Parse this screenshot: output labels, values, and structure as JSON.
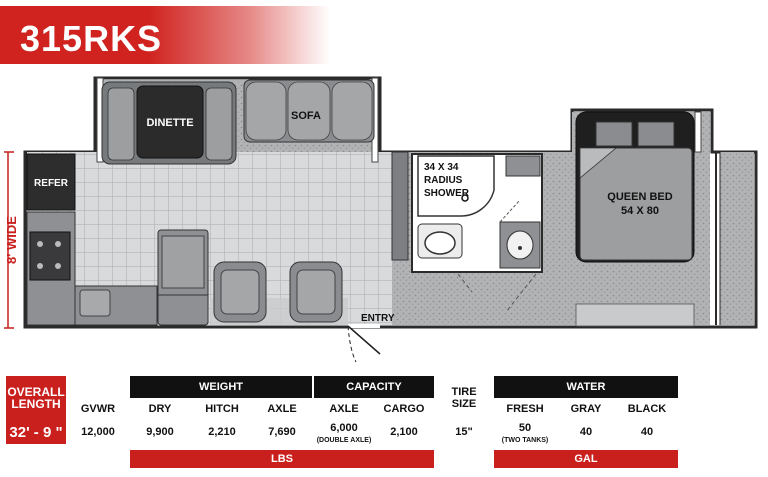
{
  "model": "315RKS",
  "plan_labels": {
    "dinette": "DINETTE",
    "sofa": "SOFA",
    "refer": "REFER",
    "width": "8' WIDE",
    "shower": [
      "34 X 34",
      "RADIUS",
      "SHOWER"
    ],
    "bed": [
      "QUEEN BED",
      "54 X 80"
    ],
    "entry": "ENTRY"
  },
  "specs": {
    "overall_length_label": [
      "OVERALL",
      "LENGTH"
    ],
    "overall_length_value": "32' - 9 \"",
    "gvwr_label": "GVWR",
    "gvwr_value": "12,000",
    "weight_header": "WEIGHT",
    "dry_label": "DRY",
    "dry_value": "9,900",
    "hitch_label": "HITCH",
    "hitch_value": "2,210",
    "axle_label": "AXLE",
    "axle_value": "7,690",
    "capacity_header": "CAPACITY",
    "cap_axle_label": "AXLE",
    "cap_axle_value": "6,000",
    "cap_axle_note": "(DOUBLE AXLE)",
    "cargo_label": "CARGO",
    "cargo_value": "2,100",
    "tire_label": [
      "TIRE",
      "SIZE"
    ],
    "tire_value": "15\"",
    "water_header": "WATER",
    "fresh_label": "FRESH",
    "fresh_value": "50",
    "fresh_note": "(TWO TANKS)",
    "gray_label": "GRAY",
    "gray_value": "40",
    "black_label": "BLACK",
    "black_value": "40",
    "lbs_unit": "LBS",
    "gal_unit": "GAL"
  }
}
